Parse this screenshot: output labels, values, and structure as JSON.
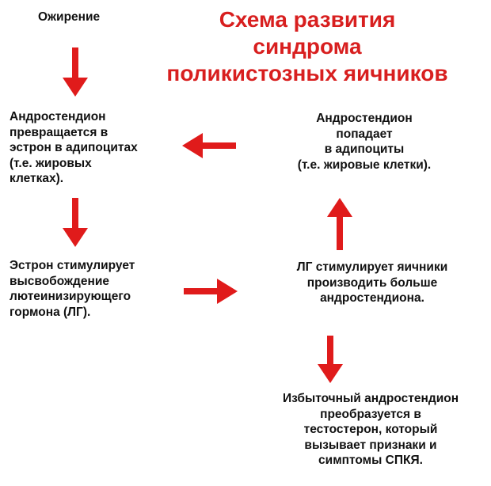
{
  "title": {
    "lines": [
      "Схема развития",
      "синдрома",
      "поликистозных яичников"
    ]
  },
  "nodes": {
    "obesity": {
      "lines": [
        "Ожирение"
      ]
    },
    "androstenedione_converted": {
      "lines": [
        "Андростендион",
        "превращается в",
        "эстрон в адипоцитах",
        "(т.е. жировых",
        "клетках)."
      ]
    },
    "androstenedione_enters": {
      "lines": [
        "Андростендион",
        "попадает",
        "в адипоциты",
        "(т.е. жировые клетки)."
      ]
    },
    "estrone": {
      "lines": [
        "Эстрон стимулирует",
        "высвобождение",
        "лютеинизирующего",
        "гормона (ЛГ)."
      ]
    },
    "lh": {
      "lines": [
        "ЛГ стимулирует яичники",
        "производить больше",
        "андростендиона."
      ]
    },
    "excess": {
      "lines": [
        "Избыточный андростендион",
        "преобразуется в",
        "тестостерон, который",
        "вызывает признаки и",
        "симптомы СПКЯ."
      ]
    }
  },
  "colors": {
    "title": "#d81f1f",
    "arrow": "#e01b1b",
    "text": "#111111"
  }
}
